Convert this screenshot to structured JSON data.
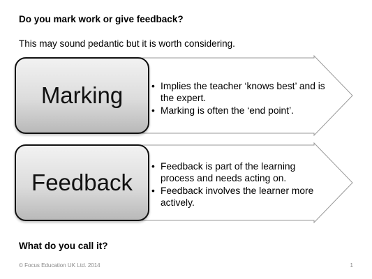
{
  "slide": {
    "heading": "Do you mark work or give feedback?",
    "subtitle": "This may sound pedantic but it is worth considering.",
    "rows": [
      {
        "label": "Marking",
        "bullets": [
          "Implies the teacher ‘knows best’ and is the expert.",
          "Marking is often the ‘end point’."
        ]
      },
      {
        "label": "Feedback",
        "bullets": [
          "Feedback is part of the learning process and needs acting on.",
          "Feedback involves the learner more actively."
        ]
      }
    ],
    "question": "What do you call it?"
  },
  "footer": {
    "copyright": "© Focus Education UK Ltd. 2014",
    "page_number": "1"
  },
  "colors": {
    "box_border": "#111111",
    "arrow_stroke": "#9a9a9a",
    "footer_text": "#888888"
  }
}
